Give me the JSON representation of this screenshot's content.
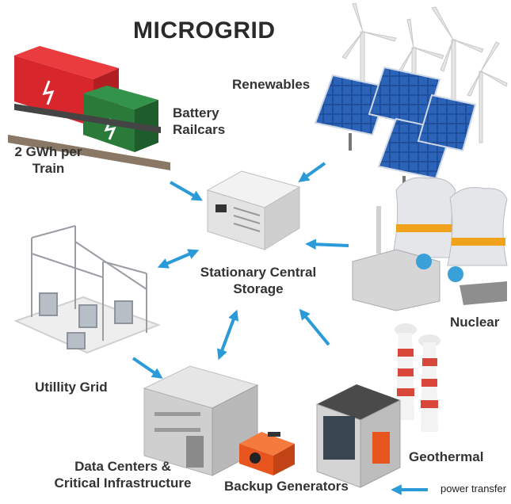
{
  "title": "MICROGRID",
  "labels": {
    "renewables": "Renewables",
    "battery_line1": "Battery",
    "battery_line2": "Railcars",
    "gwh_line1": "2 GWh per",
    "gwh_line2": "Train",
    "central_line1": "Stationary Central",
    "central_line2": "Storage",
    "nuclear": "Nuclear",
    "utility_grid": "Utillity Grid",
    "geothermal": "Geothermal",
    "datacenters_line1": "Data Centers &",
    "datacenters_line2": "Critical Infrastructure",
    "backup": "Backup Generators"
  },
  "legend": {
    "text": "power transfer"
  },
  "colors": {
    "arrow": "#2a9ad8",
    "railcar_red": "#d7262c",
    "railcar_green": "#2a7a3a",
    "solar_blue": "#1f4f9c",
    "stripe_orange": "#f0a21a",
    "chimney_red": "#d9463a",
    "generator_orange": "#e8541e"
  }
}
